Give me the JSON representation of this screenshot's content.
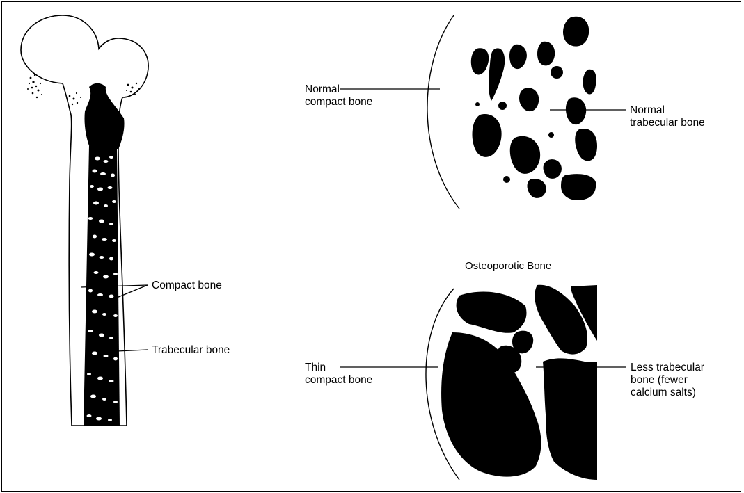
{
  "labels": {
    "compact_bone": "Compact bone",
    "trabecular_bone": "Trabecular bone",
    "normal_compact": [
      "Normal",
      "compact bone"
    ],
    "normal_trabecular": [
      "Normal",
      "trabecular bone"
    ],
    "osteoporotic_title": "Osteoporotic Bone",
    "thin_compact": [
      "Thin",
      "compact bone"
    ],
    "less_trabecular": [
      "Less trabecular",
      "bone (fewer",
      "calcium salts)"
    ]
  },
  "colors": {
    "ink": "#000000",
    "background": "#ffffff"
  }
}
